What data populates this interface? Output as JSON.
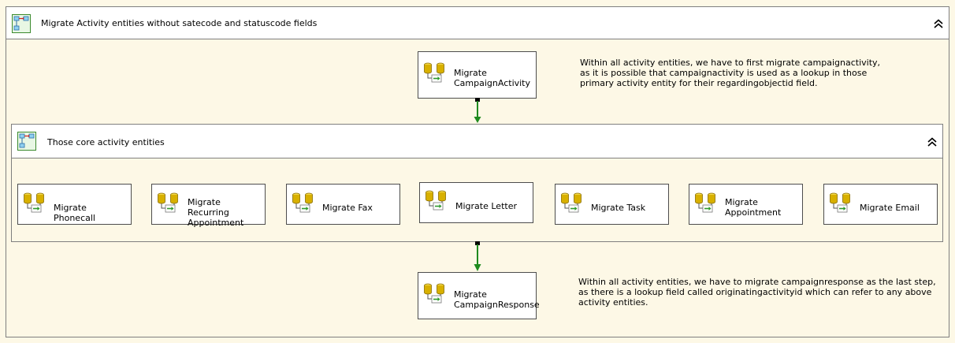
{
  "outer_sequence": {
    "title": "Migrate Activity entities without satecode and statuscode fields"
  },
  "tasks": {
    "campaign_activity": "Migrate\nCampaignActivity",
    "campaign_response": "Migrate\nCampaignResponse"
  },
  "inner_sequence": {
    "title": "Those core activity entities",
    "tasks": [
      "Migrate Phonecall",
      "Migrate Recurring\nAppointment",
      "Migrate Fax",
      "Migrate Letter",
      "Migrate Task",
      "Migrate\nAppointment",
      "Migrate Email"
    ]
  },
  "annotations": {
    "top": "Within all activity entities, we have to first migrate campaignactivity,\nas it is possible that campaignactivity is used as a lookup in those\nprimary activity entity for their regardingobjectid field.",
    "bottom": "Within all activity entities, we have to migrate campaignresponse as the last step,\nas there is a lookup field called originatingactivityid which can refer to any above\nactivity entities."
  },
  "colors": {
    "canvas": "#fdf8e6",
    "precedence_success": "#1e8a1e",
    "database": "#d8b000"
  },
  "icons": {
    "sequence": "sequence-container-icon",
    "task": "data-flow-task-icon",
    "collapse": "chevron-double-up-icon"
  }
}
